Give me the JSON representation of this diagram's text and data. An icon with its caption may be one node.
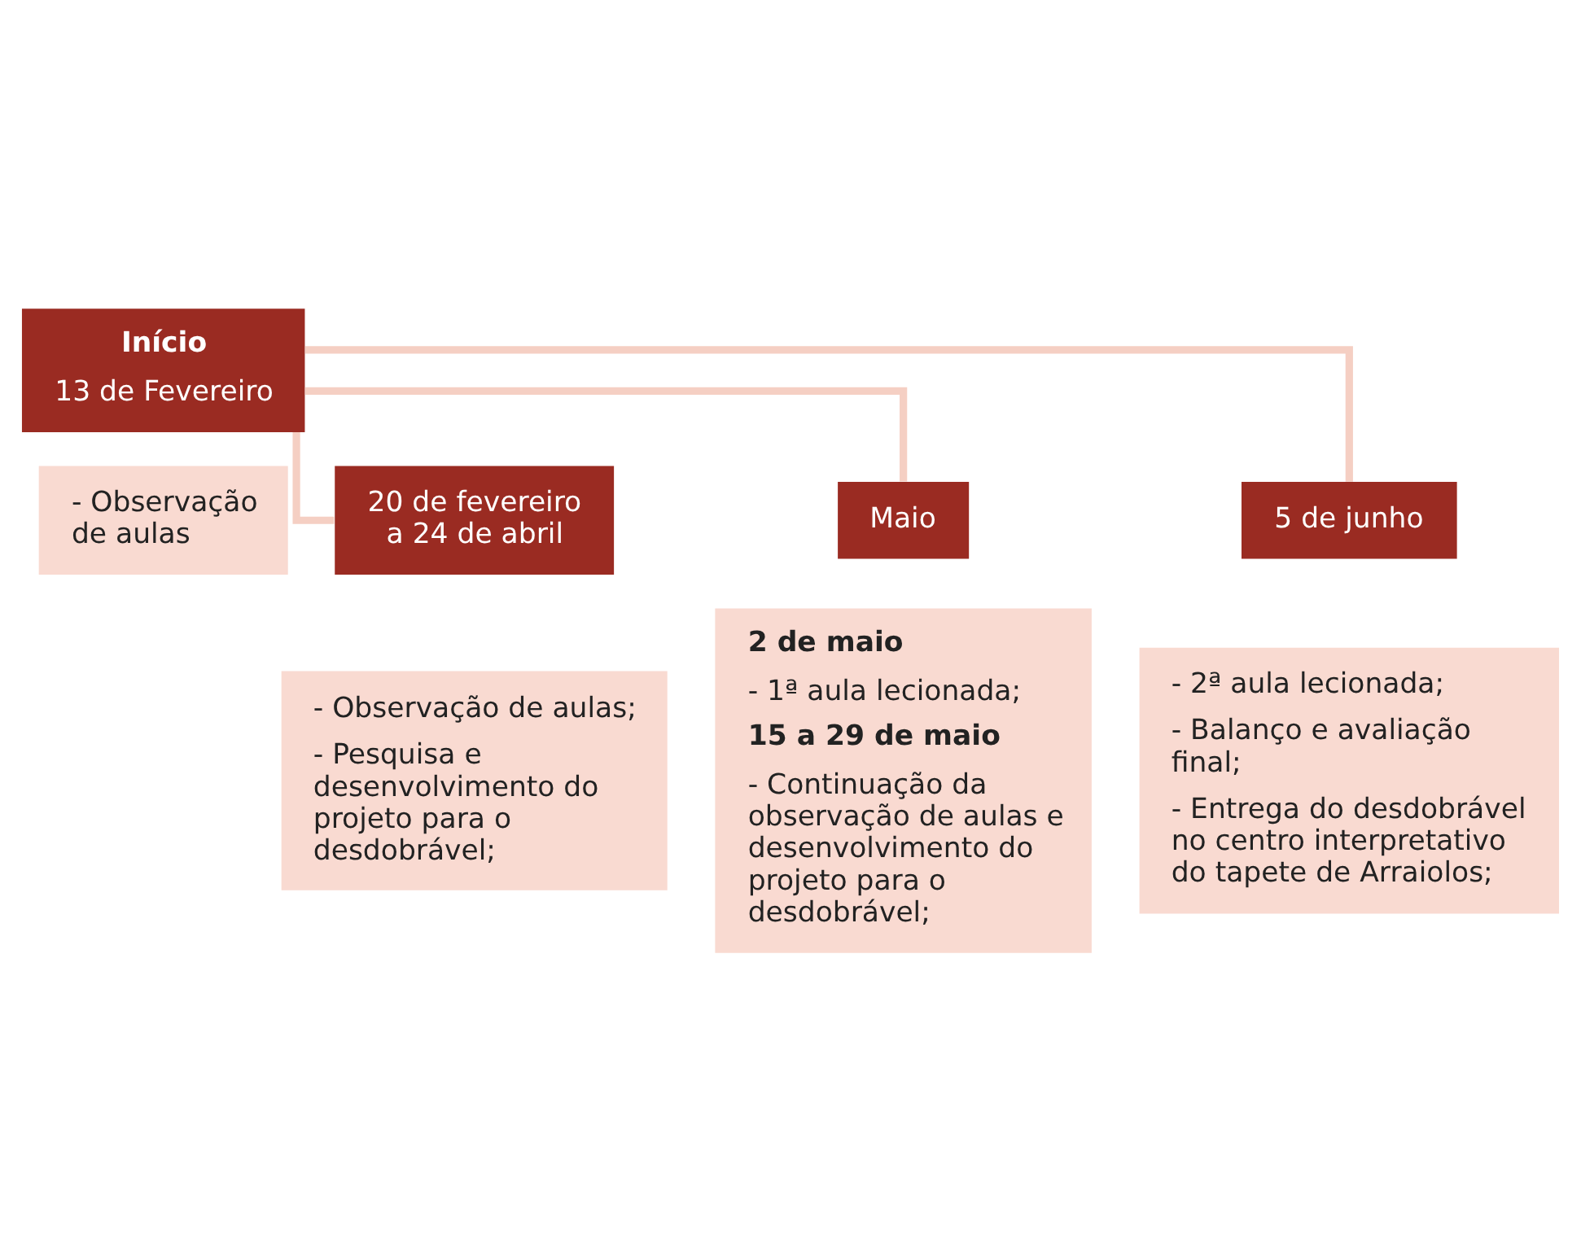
{
  "diagram": {
    "nodes": [
      {
        "text": [
          "Início",
          "13 de Fevereiro"
        ]
      },
      {
        "text": [
          "- Observação de aulas"
        ]
      },
      {
        "text": [
          "20 de fevereiro a 24 de abril"
        ]
      },
      {
        "text": [
          "- Observação de aulas;",
          "- Pesquisa e desenvolvimento do projeto para o desdobrável;"
        ]
      },
      {
        "text": [
          "Maio"
        ]
      },
      {
        "text": [
          "2 de maio",
          "- 1ª aula lecionada;",
          "15 a 29 de maio",
          "- Continuação da observação de aulas e desenvolvimento do projeto para o desdobrável;"
        ]
      },
      {
        "text": [
          "5 de junho"
        ]
      },
      {
        "text": [
          "- 2ª aula lecionada;",
          "- Balanço e avaliação final;",
          "- Entrega do desdobrável no centro interpretativo do tapete de Arraiolos;"
        ]
      }
    ],
    "edges": [
      {
        "from": 0,
        "to": 2,
        "arrow": "none"
      },
      {
        "from": 0,
        "to": 4,
        "arrow": "none"
      },
      {
        "from": 0,
        "to": 6,
        "arrow": "none"
      }
    ]
  }
}
